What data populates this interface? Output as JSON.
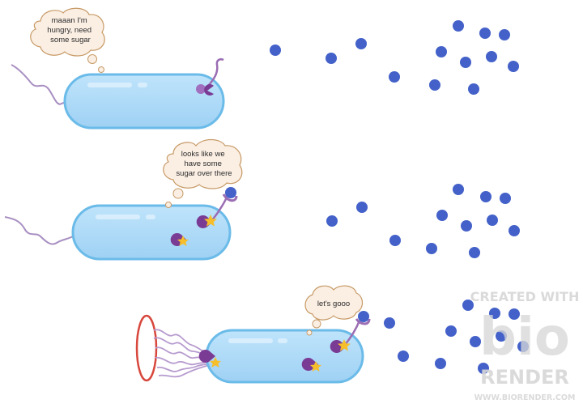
{
  "panels": [
    {
      "thought_lines": [
        "maaan I'm",
        "hungry, need",
        "some sugar"
      ]
    },
    {
      "thought_lines": [
        "looks like we",
        "have some",
        "sugar over there"
      ]
    },
    {
      "thought_lines": [
        "let's gooo"
      ]
    }
  ],
  "watermark": {
    "line1": "CREATED WITH",
    "logo": "bio",
    "line2": "RENDER",
    "url": "WWW.BIORENDER.COM"
  },
  "colors": {
    "cell_fill": "#aad8f7",
    "cell_stroke": "#6bbbe9",
    "sugar": "#4361c9",
    "flagellum": "#a88fc2",
    "receptor": "#8a4a9c",
    "star": "#f6be2a",
    "thought_fill": "#fbefe4",
    "thought_stroke": "#c79a66",
    "motion_ring": "#d8473d"
  }
}
